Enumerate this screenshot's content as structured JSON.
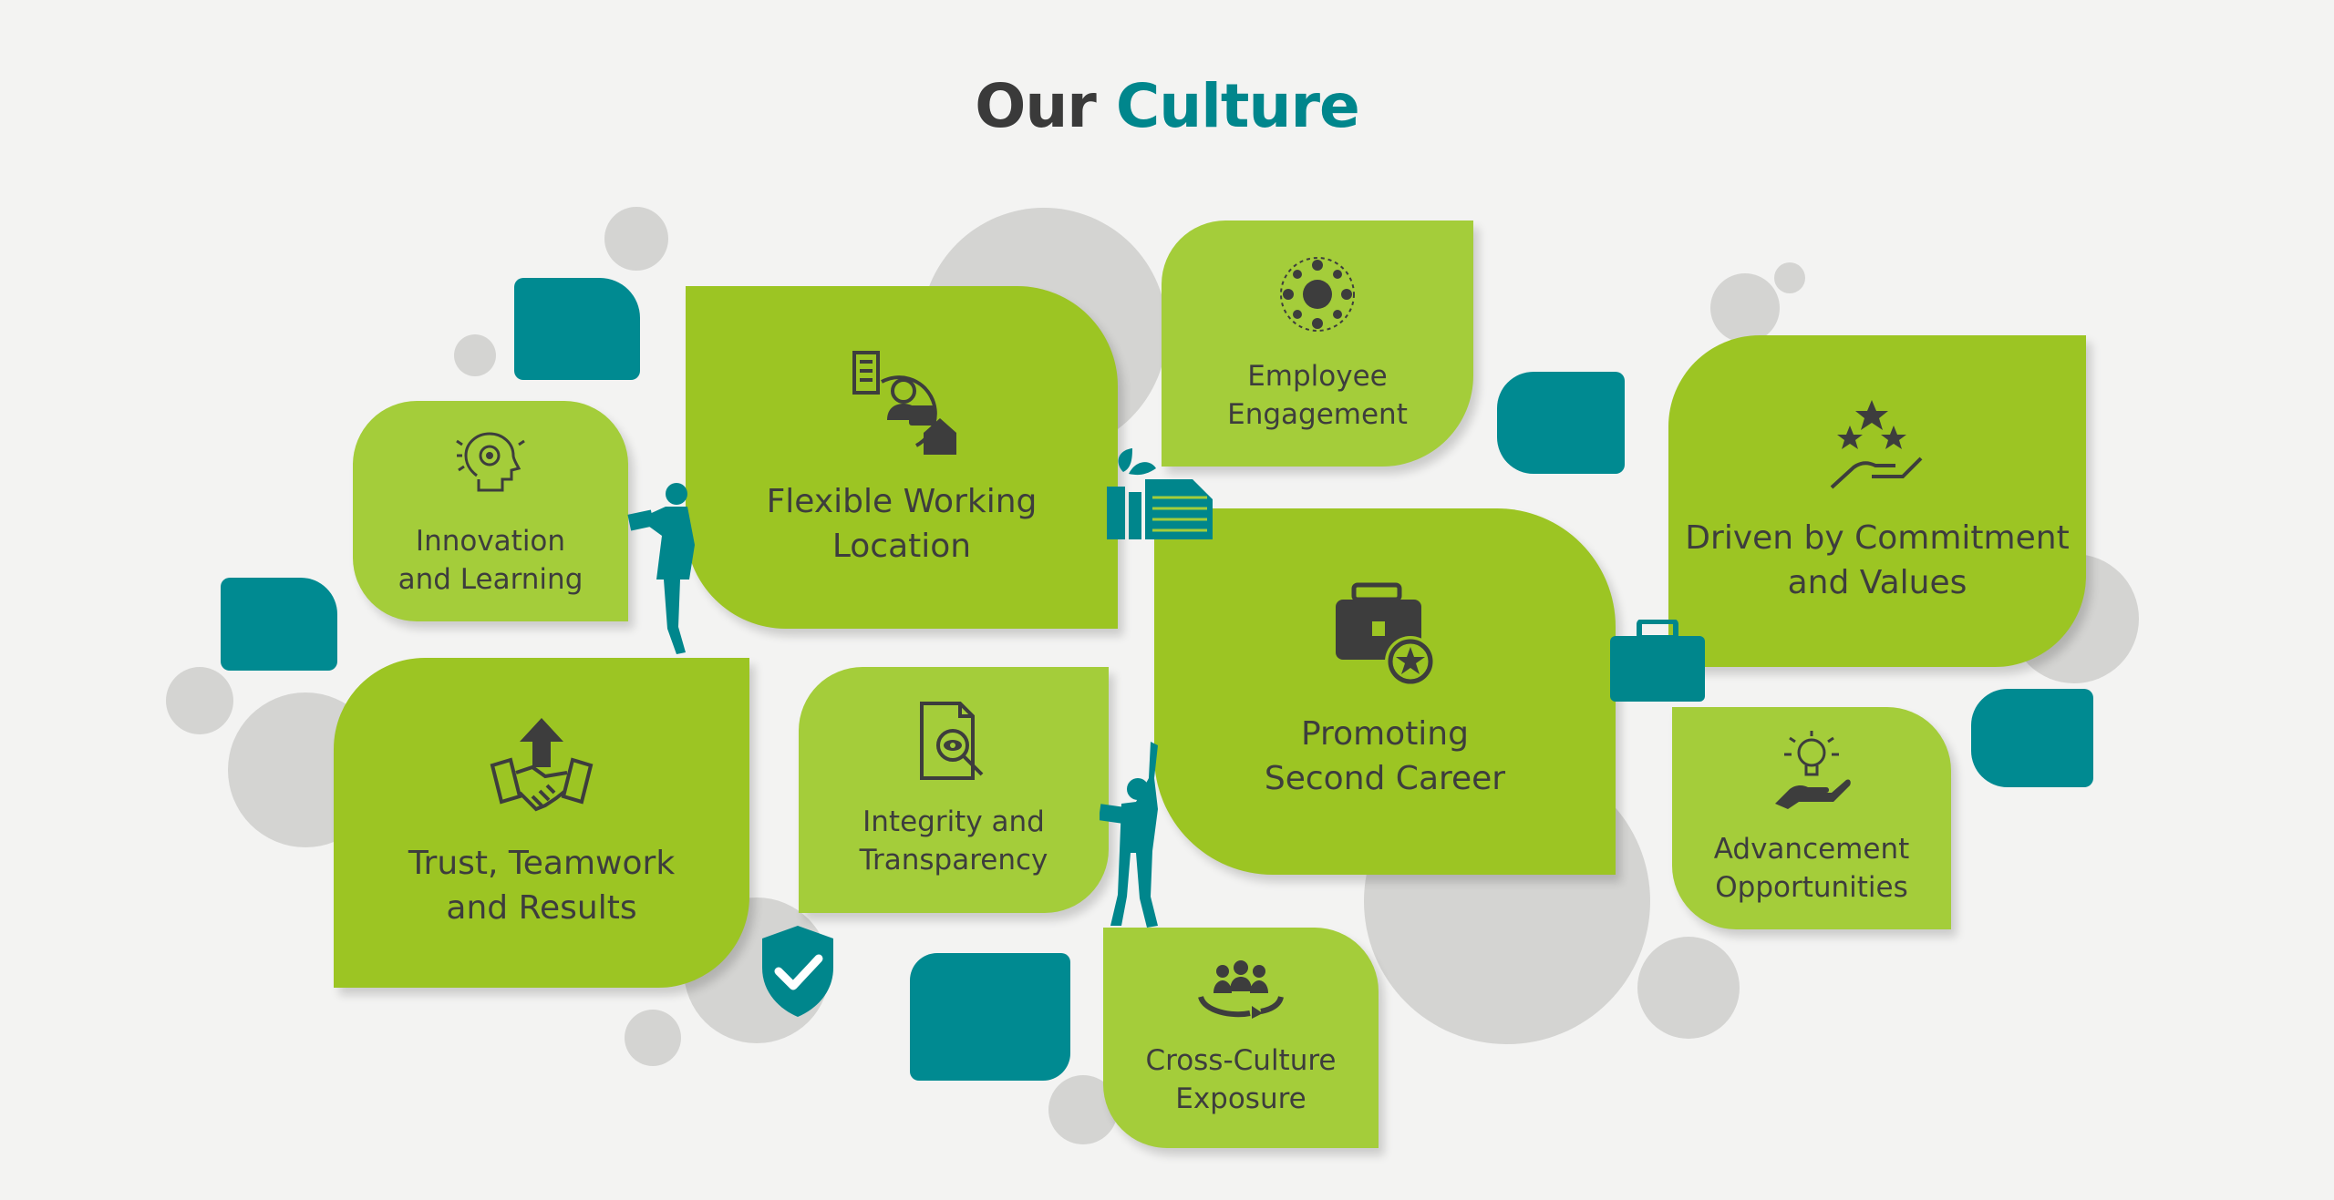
{
  "title": {
    "part1": "Our",
    "part2": "Culture"
  },
  "colors": {
    "green_dark": "#9cc523",
    "green_light": "#a4cd3a",
    "teal": "#008a91",
    "text": "#3d3d3d",
    "bubble": "#d4d4d2"
  },
  "cards": {
    "innovation": {
      "label": "Innovation\nand Learning",
      "icon": "lightbulb-gear-head-icon"
    },
    "flexible": {
      "label": "Flexible Working\nLocation",
      "icon": "remote-work-icon"
    },
    "engagement": {
      "label": "Employee\nEngagement",
      "icon": "people-network-icon"
    },
    "driven": {
      "label": "Driven by Commitment\nand Values",
      "icon": "stars-hand-icon"
    },
    "trust": {
      "label": "Trust, Teamwork\nand Results",
      "icon": "handshake-arrow-icon"
    },
    "integrity": {
      "label": "Integrity and\nTransparency",
      "icon": "document-magnifier-icon"
    },
    "second_career": {
      "label": "Promoting\nSecond Career",
      "icon": "briefcase-star-icon"
    },
    "advancement": {
      "label": "Advancement\nOpportunities",
      "icon": "hand-lightbulb-icon"
    },
    "cross_culture": {
      "label": "Cross-Culture\nExposure",
      "icon": "group-cycle-icon"
    }
  }
}
